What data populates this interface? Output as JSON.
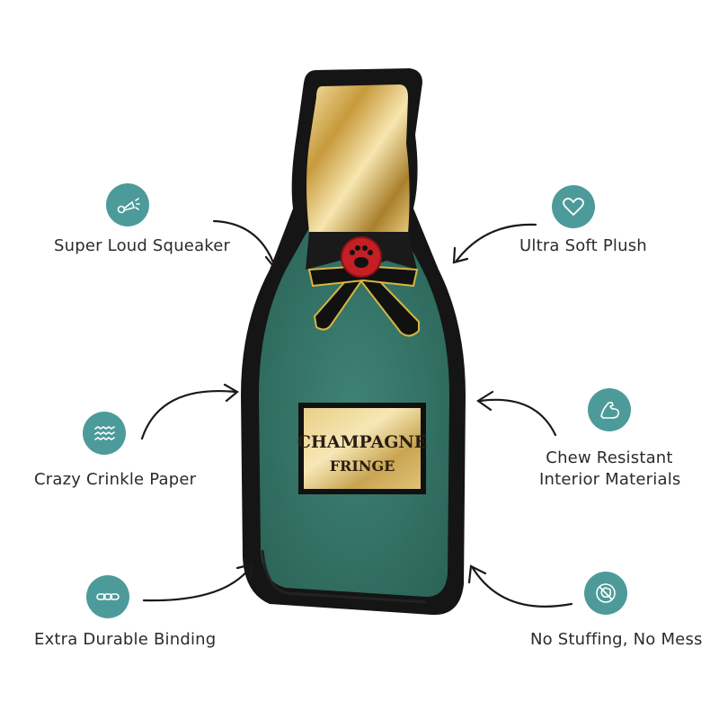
{
  "features": {
    "squeaker": {
      "label": "Super Loud Squeaker",
      "icon": "horn-icon"
    },
    "soft": {
      "label": "Ultra Soft Plush",
      "icon": "heart-icon"
    },
    "crinkle": {
      "label": "Crazy Crinkle Paper",
      "icon": "waves-icon"
    },
    "chew_line1": "Chew Resistant",
    "chew_line2": "Interior Materials",
    "chew_icon": "muscle-arm-icon",
    "binding": {
      "label": "Extra Durable Binding",
      "icon": "chain-link-icon"
    },
    "stuffing": {
      "label": "No Stuffing, No Mess",
      "icon": "no-stuffing-icon"
    }
  },
  "product": {
    "label_line1": "CHAMPAGNE",
    "label_line2": "FRINGE",
    "seal_icon": "paw-print-icon"
  },
  "colors": {
    "accent": "#4c9b9a",
    "bottle_green": "#2f6f62",
    "gold": "#c9a64a",
    "binding_black": "#151515",
    "seal_red": "#c41f24"
  }
}
